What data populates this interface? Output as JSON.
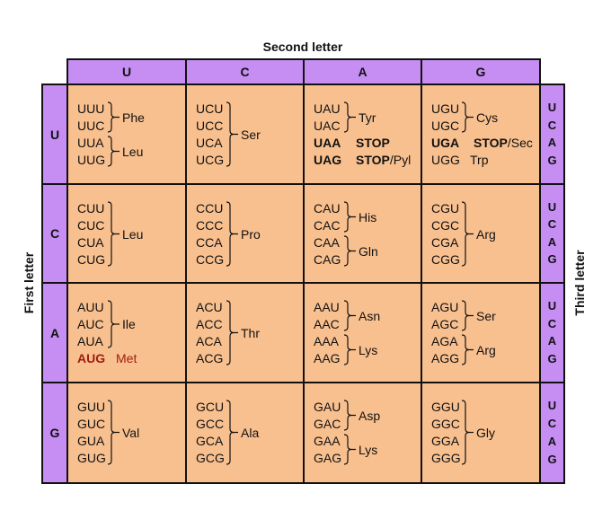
{
  "titles": {
    "second": "Second letter",
    "first": "First letter",
    "third": "Third letter"
  },
  "second_headers": [
    "U",
    "C",
    "A",
    "G"
  ],
  "first_headers": [
    "U",
    "C",
    "A",
    "G"
  ],
  "third_letters": [
    "U",
    "C",
    "A",
    "G"
  ],
  "colors": {
    "header": "#c68ef2",
    "cell": "#f9c08f",
    "highlight": "#a01c10"
  },
  "rows": [
    [
      {
        "codons": [
          "UUU",
          "UUC",
          "UUA",
          "UUG"
        ],
        "groups": [
          {
            "label": "Phe",
            "from": 0,
            "to": 1
          },
          {
            "label": "Leu",
            "from": 2,
            "to": 3
          }
        ]
      },
      {
        "codons": [
          "UCU",
          "UCC",
          "UCA",
          "UCG"
        ],
        "groups": [
          {
            "label": "Ser",
            "from": 0,
            "to": 3
          }
        ]
      },
      {
        "codons": [
          "UAU",
          "UAC",
          "UAA",
          "UAG"
        ],
        "groups": [
          {
            "label": "Tyr",
            "from": 0,
            "to": 1
          }
        ],
        "singles": [
          {
            "row": 2,
            "label": "STOP",
            "bold": true
          },
          {
            "row": 3,
            "label": "STOP",
            "bold": true,
            "suffix": "/Pyl"
          }
        ],
        "bold_codons": [
          2,
          3
        ]
      },
      {
        "codons": [
          "UGU",
          "UGC",
          "UGA",
          "UGG"
        ],
        "groups": [
          {
            "label": "Cys",
            "from": 0,
            "to": 1
          }
        ],
        "singles": [
          {
            "row": 2,
            "label": "STOP",
            "bold": true,
            "suffix": "/Sec"
          },
          {
            "row": 3,
            "label": "Trp"
          }
        ],
        "bold_codons": [
          2
        ]
      }
    ],
    [
      {
        "codons": [
          "CUU",
          "CUC",
          "CUA",
          "CUG"
        ],
        "groups": [
          {
            "label": "Leu",
            "from": 0,
            "to": 3
          }
        ]
      },
      {
        "codons": [
          "CCU",
          "CCC",
          "CCA",
          "CCG"
        ],
        "groups": [
          {
            "label": "Pro",
            "from": 0,
            "to": 3
          }
        ]
      },
      {
        "codons": [
          "CAU",
          "CAC",
          "CAA",
          "CAG"
        ],
        "groups": [
          {
            "label": "His",
            "from": 0,
            "to": 1
          },
          {
            "label": "Gln",
            "from": 2,
            "to": 3
          }
        ]
      },
      {
        "codons": [
          "CGU",
          "CGC",
          "CGA",
          "CGG"
        ],
        "groups": [
          {
            "label": "Arg",
            "from": 0,
            "to": 3
          }
        ]
      }
    ],
    [
      {
        "codons": [
          "AUU",
          "AUC",
          "AUA",
          "AUG"
        ],
        "groups": [
          {
            "label": "Ile",
            "from": 0,
            "to": 2
          }
        ],
        "singles": [
          {
            "row": 3,
            "label": "Met",
            "red": true
          }
        ],
        "red_codons": [
          3
        ]
      },
      {
        "codons": [
          "ACU",
          "ACC",
          "ACA",
          "ACG"
        ],
        "groups": [
          {
            "label": "Thr",
            "from": 0,
            "to": 3
          }
        ]
      },
      {
        "codons": [
          "AAU",
          "AAC",
          "AAA",
          "AAG"
        ],
        "groups": [
          {
            "label": "Asn",
            "from": 0,
            "to": 1
          },
          {
            "label": "Lys",
            "from": 2,
            "to": 3
          }
        ]
      },
      {
        "codons": [
          "AGU",
          "AGC",
          "AGA",
          "AGG"
        ],
        "groups": [
          {
            "label": "Ser",
            "from": 0,
            "to": 1
          },
          {
            "label": "Arg",
            "from": 2,
            "to": 3
          }
        ]
      }
    ],
    [
      {
        "codons": [
          "GUU",
          "GUC",
          "GUA",
          "GUG"
        ],
        "groups": [
          {
            "label": "Val",
            "from": 0,
            "to": 3
          }
        ]
      },
      {
        "codons": [
          "GCU",
          "GCC",
          "GCA",
          "GCG"
        ],
        "groups": [
          {
            "label": "Ala",
            "from": 0,
            "to": 3
          }
        ]
      },
      {
        "codons": [
          "GAU",
          "GAC",
          "GAA",
          "GAG"
        ],
        "groups": [
          {
            "label": "Asp",
            "from": 0,
            "to": 1
          },
          {
            "label": "Lys",
            "from": 2,
            "to": 3
          }
        ]
      },
      {
        "codons": [
          "GGU",
          "GGC",
          "GGA",
          "GGG"
        ],
        "groups": [
          {
            "label": "Gly",
            "from": 0,
            "to": 3
          }
        ]
      }
    ]
  ]
}
